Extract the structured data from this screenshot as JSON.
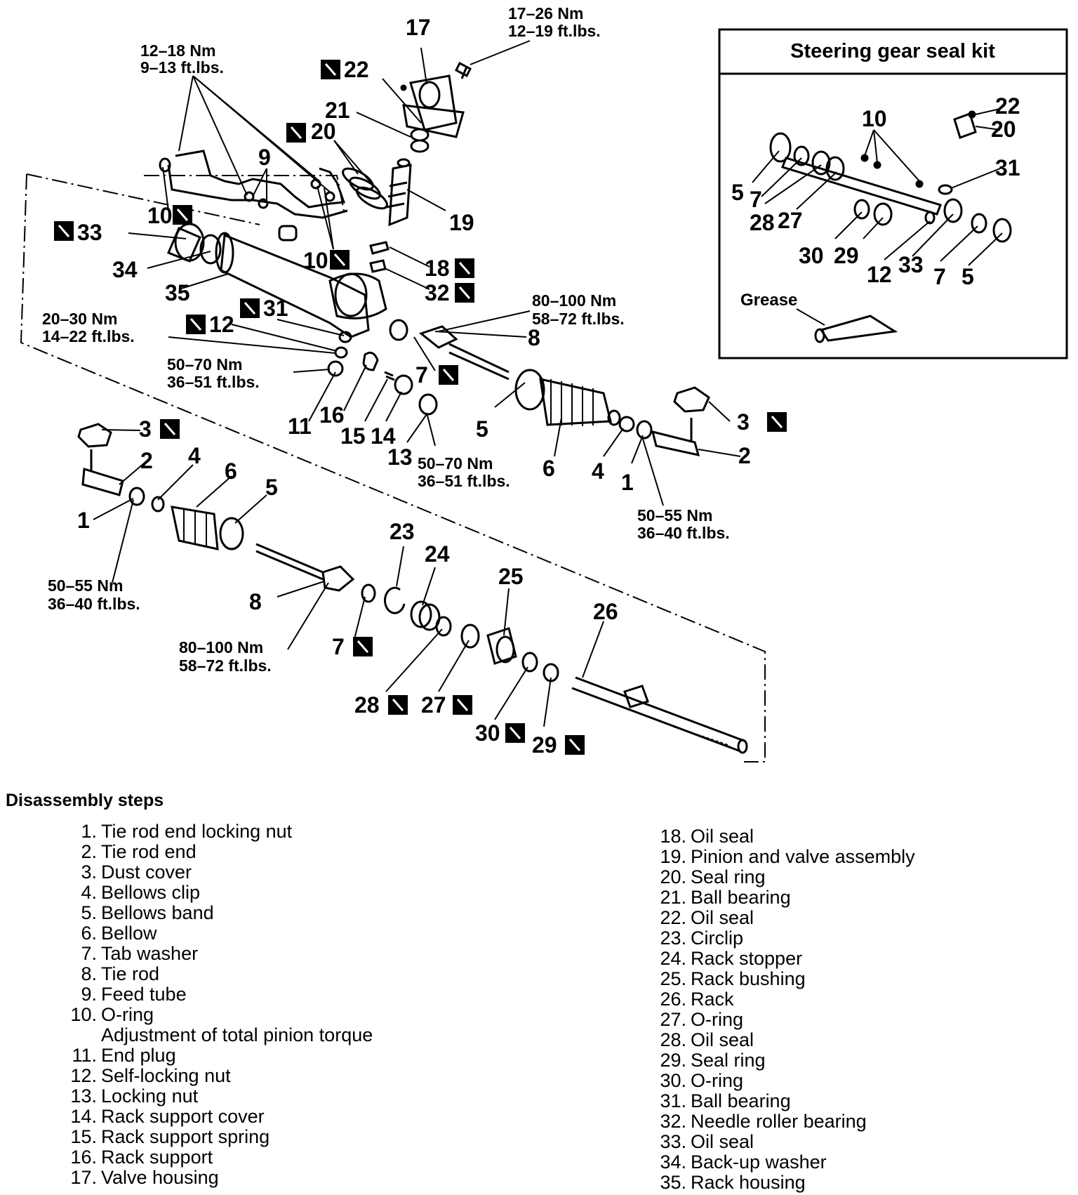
{
  "torque": {
    "t17": [
      "17–26 Nm",
      "12–19 ft.lbs."
    ],
    "t9": [
      "12–18 Nm",
      "9–13 ft.lbs."
    ],
    "t12": [
      "20–30 Nm",
      "14–22 ft.lbs."
    ],
    "t11": [
      "50–70 Nm",
      "36–51 ft.lbs."
    ],
    "t13": [
      "50–70 Nm",
      "36–51 ft.lbs."
    ],
    "t8r": [
      "80–100 Nm",
      "58–72 ft.lbs."
    ],
    "t1r": [
      "50–55 Nm",
      "36–40 ft.lbs."
    ],
    "t1l": [
      "50–55 Nm",
      "36–40 ft.lbs."
    ],
    "t8l": [
      "80–100 Nm",
      "58–72 ft.lbs."
    ]
  },
  "callouts": {
    "c17": "17",
    "c22": "22",
    "c21": "21",
    "c20": "20",
    "c9": "9",
    "c19": "19",
    "c10a": "10",
    "c10b": "10",
    "c33": "33",
    "c34": "34",
    "c35": "35",
    "c18": "18",
    "c32": "32",
    "c31": "31",
    "c12": "12",
    "c8": "8",
    "c7": "7",
    "c11": "11",
    "c16": "16",
    "c15": "15",
    "c14": "14",
    "c13": "13",
    "c5": "5",
    "c6": "6",
    "c4": "4",
    "c1": "1",
    "c3": "3",
    "c2": "2",
    "l3": "3",
    "l2": "2",
    "l4": "4",
    "l6": "6",
    "l5": "5",
    "l1": "1",
    "l8": "8",
    "l7": "7",
    "l23": "23",
    "l24": "24",
    "l25": "25",
    "l26": "26",
    "l28": "28",
    "l27": "27",
    "l30": "30",
    "l29": "29"
  },
  "kit": {
    "title": "Steering gear seal kit",
    "grease": "Grease",
    "labels": {
      "k10": "10",
      "k22": "22",
      "k20": "20",
      "k31": "31",
      "k5a": "5",
      "k7a": "7",
      "k28": "28",
      "k27": "27",
      "k30": "30",
      "k29": "29",
      "k12": "12",
      "k33": "33",
      "k7b": "7",
      "k5b": "5"
    }
  },
  "steps": {
    "heading": "Disassembly steps",
    "left": [
      {
        "n": "1.",
        "t": "Tie rod end locking nut"
      },
      {
        "n": "2.",
        "t": "Tie rod end"
      },
      {
        "n": "3.",
        "t": "Dust cover"
      },
      {
        "n": "4.",
        "t": "Bellows clip"
      },
      {
        "n": "5.",
        "t": "Bellows band"
      },
      {
        "n": "6.",
        "t": "Bellow"
      },
      {
        "n": "7.",
        "t": "Tab washer"
      },
      {
        "n": "8.",
        "t": "Tie rod"
      },
      {
        "n": "9.",
        "t": "Feed tube"
      },
      {
        "n": "10.",
        "t": "O-ring",
        "sub": "Adjustment of total pinion torque"
      },
      {
        "n": "11.",
        "t": "End plug"
      },
      {
        "n": "12.",
        "t": "Self-locking nut"
      },
      {
        "n": "13.",
        "t": "Locking nut"
      },
      {
        "n": "14.",
        "t": "Rack support cover"
      },
      {
        "n": "15.",
        "t": "Rack support spring"
      },
      {
        "n": "16.",
        "t": "Rack support"
      },
      {
        "n": "17.",
        "t": "Valve housing"
      }
    ],
    "right": [
      {
        "n": "18.",
        "t": "Oil seal"
      },
      {
        "n": "19.",
        "t": "Pinion and valve assembly"
      },
      {
        "n": "20.",
        "t": "Seal ring"
      },
      {
        "n": "21.",
        "t": "Ball bearing"
      },
      {
        "n": "22.",
        "t": "Oil seal"
      },
      {
        "n": "23.",
        "t": "Circlip"
      },
      {
        "n": "24.",
        "t": "Rack stopper"
      },
      {
        "n": "25.",
        "t": "Rack bushing"
      },
      {
        "n": "26.",
        "t": "Rack"
      },
      {
        "n": "27.",
        "t": "O-ring"
      },
      {
        "n": "28.",
        "t": "Oil seal"
      },
      {
        "n": "29.",
        "t": "Seal ring"
      },
      {
        "n": "30.",
        "t": "O-ring"
      },
      {
        "n": "31.",
        "t": "Ball bearing"
      },
      {
        "n": "32.",
        "t": "Needle roller bearing"
      },
      {
        "n": "33.",
        "t": "Oil seal"
      },
      {
        "n": "34.",
        "t": "Back-up washer"
      },
      {
        "n": "35.",
        "t": "Rack housing"
      }
    ]
  }
}
